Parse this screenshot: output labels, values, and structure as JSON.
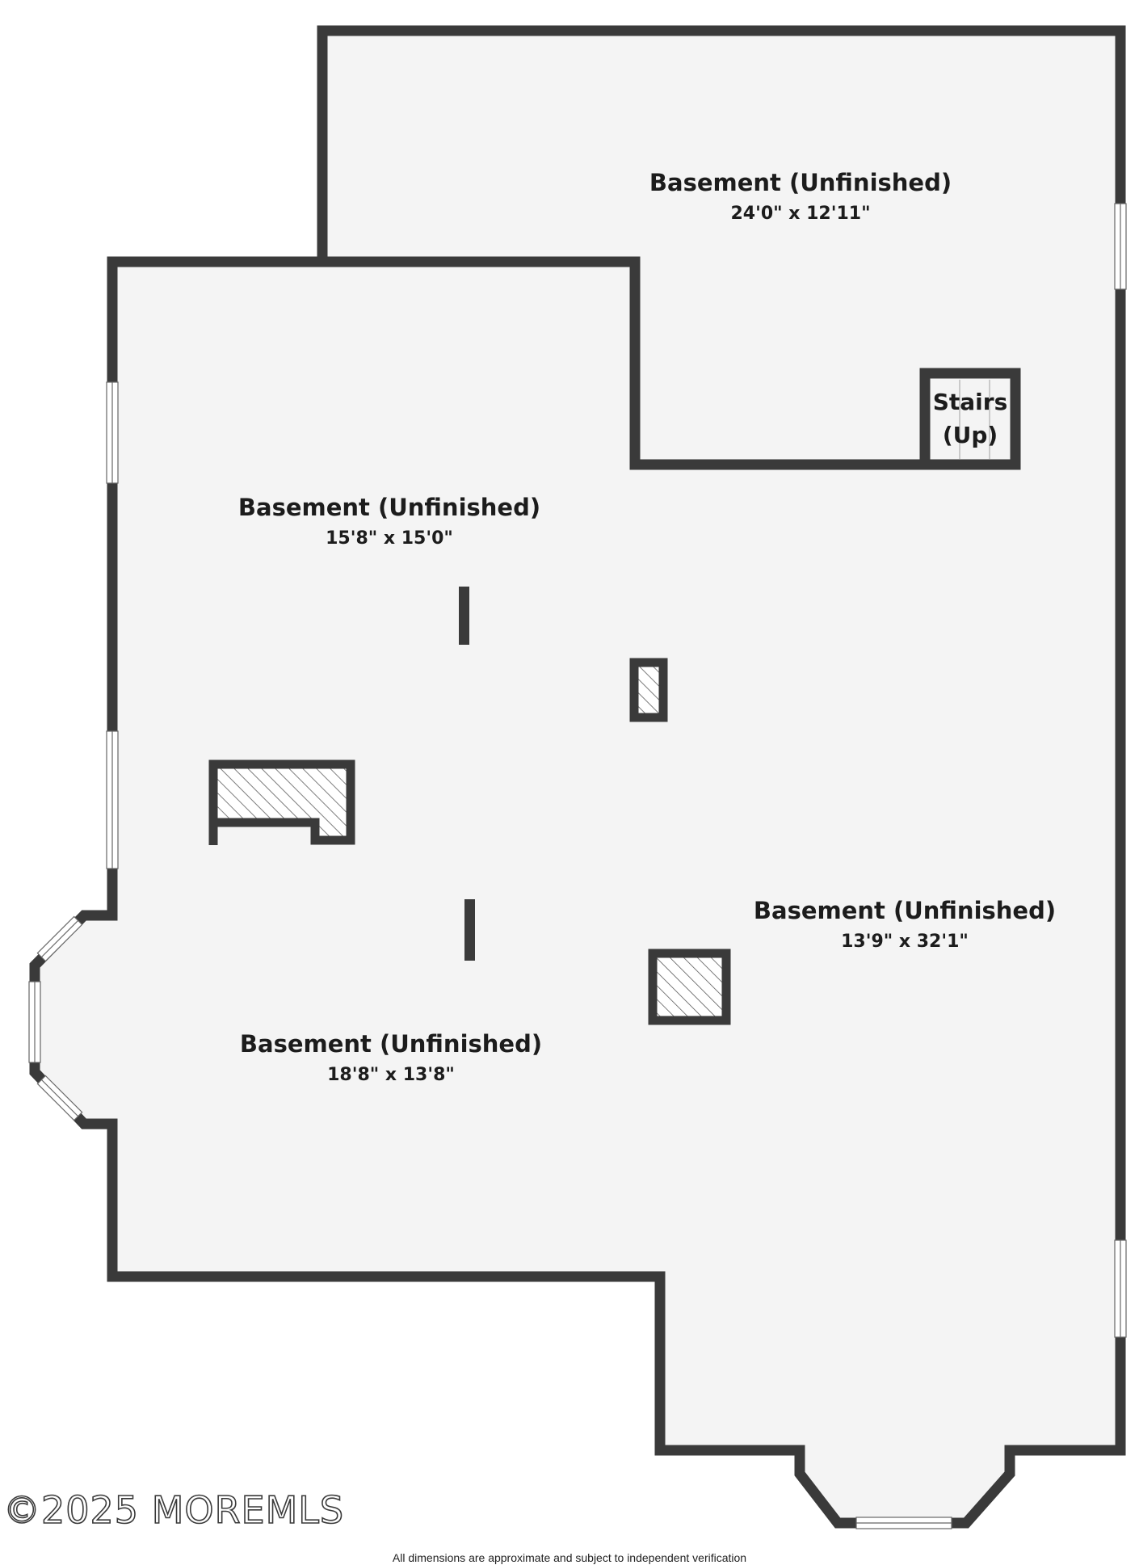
{
  "rooms": [
    {
      "name": "Basement (Unfinished)",
      "dimensions": "24'0\" x 12'11\""
    },
    {
      "name": "Basement (Unfinished)",
      "dimensions": "15'8\" x 15'0\""
    },
    {
      "name": "Basement (Unfinished)",
      "dimensions": "13'9\" x 32'1\""
    },
    {
      "name": "Basement (Unfinished)",
      "dimensions": "18'8\" x 13'8\""
    }
  ],
  "stairs": {
    "line1": "Stairs",
    "line2": "(Up)"
  },
  "watermark": "©2025 MOREMLS",
  "disclaimer": "All dimensions are approximate and subject to independent verification",
  "colors": {
    "wall": "#3a3a3a",
    "floor": "#f4f4f4",
    "background": "#ffffff",
    "text": "#1c1c1c"
  }
}
